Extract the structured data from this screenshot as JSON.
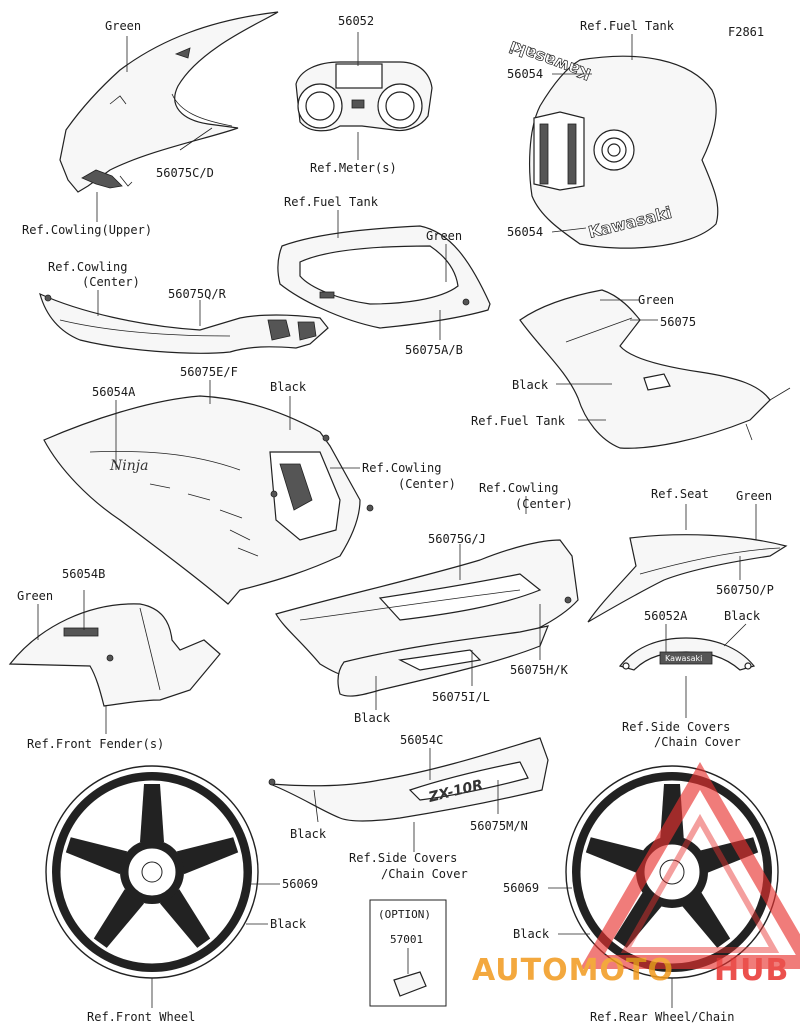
{
  "figure_code": "F2861",
  "labels": {
    "green_1": "Green",
    "n56052": "56052",
    "ref_fuel_tank_1": "Ref.Fuel Tank",
    "n56054_a": "56054",
    "n56075cd": "56075C/D",
    "ref_meters": "Ref.Meter(s)",
    "ref_cowling_upper": "Ref.Cowling(Upper)",
    "n56054_b": "56054",
    "ref_fuel_tank_2": "Ref.Fuel Tank",
    "green_2": "Green",
    "ref_cowling_center_1a": "Ref.Cowling",
    "ref_cowling_center_1b": "(Center)",
    "n56075qr": "56075Q/R",
    "n56075ab": "56075A/B",
    "green_3": "Green",
    "n56075": "56075",
    "black_1": "Black",
    "ref_fuel_tank_3": "Ref.Fuel Tank",
    "n56054a": "56054A",
    "n56075ef": "56075E/F",
    "black_2": "Black",
    "ref_cowling_center_2a": "Ref.Cowling",
    "ref_cowling_center_2b": "(Center)",
    "ref_cowling_center_3a": "Ref.Cowling",
    "ref_cowling_center_3b": "(Center)",
    "ref_seat": "Ref.Seat",
    "green_4": "Green",
    "n56075gj": "56075G/J",
    "n56054b": "56054B",
    "green_5": "Green",
    "n56075op": "56075O/P",
    "n56052a": "56052A",
    "black_3": "Black",
    "n56075hk": "56075H/K",
    "black_4": "Black",
    "n56075il": "56075I/L",
    "ref_front_fender": "Ref.Front Fender(s)",
    "ref_side_covers_1a": "Ref.Side Covers",
    "ref_side_covers_1b": "/Chain Cover",
    "n56054c": "56054C",
    "black_5": "Black",
    "n56075mn": "56075M/N",
    "ref_side_covers_2a": "Ref.Side Covers",
    "ref_side_covers_2b": "/Chain Cover",
    "n56069_a": "56069",
    "black_6": "Black",
    "option": "(OPTION)",
    "n57001": "57001",
    "n56069_b": "56069",
    "black_7": "Black",
    "ref_front_wheel": "Ref.Front Wheel",
    "ref_rear_wheel": "Ref.Rear Wheel/Chain"
  },
  "decals": {
    "kawasaki_upper": "Kawasaki",
    "kawasaki_lower": "Kawasaki",
    "ninja": "Ninja",
    "kawasaki_cover": "Kawasaki",
    "zx10r": "ZX-10R"
  },
  "watermark": {
    "text_auto": "AUTOMOTO",
    "text_hub": "HUB",
    "color_red": "#e8322f",
    "color_orange": "#f29a1d"
  }
}
